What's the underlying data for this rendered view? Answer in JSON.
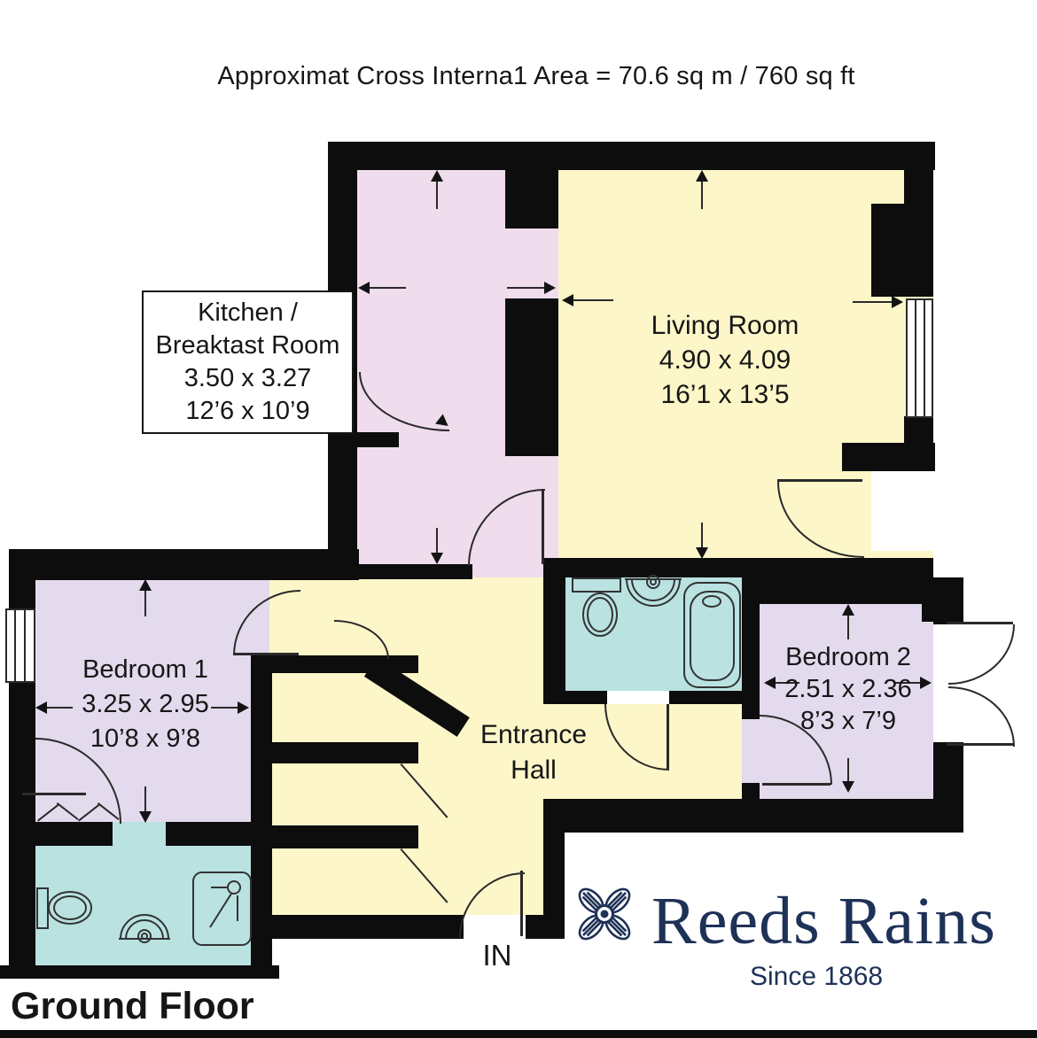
{
  "title": "Approximat Cross Interna1 Area = 70.6 sq m / 760 sq ft",
  "rooms": {
    "kitchen": {
      "line1": "Kitchen /",
      "line2": "Breaktast Room",
      "metric": "3.50 x 3.27",
      "imperial": "12’6 x 10’9"
    },
    "living_room": {
      "name": "Living Room",
      "metric": "4.90 x 4.09",
      "imperial": "16’1 x 13’5"
    },
    "bedroom_1": {
      "name": "Bedroom 1",
      "metric": "3.25 x 2.95",
      "imperial": "10’8 x 9’8"
    },
    "bedroom_2": {
      "name": "Bedroom 2",
      "metric": "2.51 x 2.36",
      "imperial": "8’3 x 7’9"
    },
    "entrance_hall": {
      "line1": "Entrance",
      "line2": "Hall"
    }
  },
  "entrance_marker": "IN",
  "floor_label": "Ground Floor",
  "logo": {
    "brand": "Reeds Rains",
    "tagline": "Since 1868"
  },
  "colors": {
    "wall": "#0d0d0d",
    "kitchen": "#efdcec",
    "living": "#fcf6c9",
    "bedroom": "#e3daed",
    "bath": "#b9e2e1",
    "line": "#2a2a2a",
    "logo_navy": "#1e3157"
  }
}
